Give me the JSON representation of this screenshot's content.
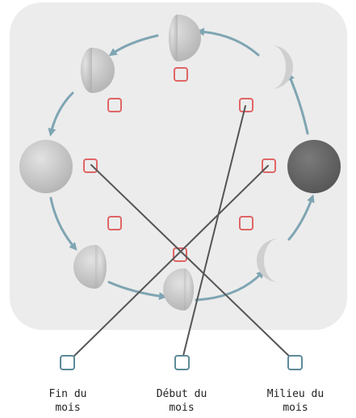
{
  "diagram": {
    "colors": {
      "panel": "#ececec",
      "arrow": "#7fa5b3",
      "drop_zone": "#e06565",
      "answer_box": "#5d8a99",
      "connector": "#555555",
      "moon_light": "#d4d4d4",
      "moon_dark": "#666666"
    },
    "phases": [
      {
        "id": "first-quarter",
        "icon": "first-quarter-moon-icon"
      },
      {
        "id": "waxing-crescent",
        "icon": "waxing-crescent-moon-icon"
      },
      {
        "id": "new-moon",
        "icon": "new-moon-icon"
      },
      {
        "id": "waning-crescent",
        "icon": "waning-crescent-moon-icon"
      },
      {
        "id": "last-quarter",
        "icon": "last-quarter-moon-icon"
      },
      {
        "id": "waning-gibbous",
        "icon": "waning-gibbous-moon-icon"
      },
      {
        "id": "full-moon",
        "icon": "full-moon-icon"
      },
      {
        "id": "waxing-gibbous",
        "icon": "waxing-gibbous-moon-icon"
      }
    ],
    "drop_zone_count": 8,
    "labels": [
      {
        "id": "end",
        "line1": "Fin du",
        "line2": "mois"
      },
      {
        "id": "start",
        "line1": "Début du",
        "line2": "mois"
      },
      {
        "id": "middle",
        "line1": "Milieu du",
        "line2": "mois"
      }
    ]
  }
}
